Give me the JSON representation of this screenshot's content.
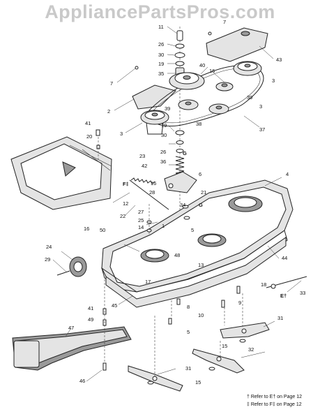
{
  "watermark": "AppliancePartsPros.com",
  "callouts": [
    {
      "id": "c11",
      "text": "11"
    },
    {
      "id": "c7a",
      "text": "7"
    },
    {
      "id": "c26a",
      "text": "26"
    },
    {
      "id": "c30a",
      "text": "30"
    },
    {
      "id": "c19a",
      "text": "19"
    },
    {
      "id": "c43",
      "text": "43"
    },
    {
      "id": "c35",
      "text": "35"
    },
    {
      "id": "c40",
      "text": "40"
    },
    {
      "id": "c16a",
      "text": "16"
    },
    {
      "id": "c3a",
      "text": "3"
    },
    {
      "id": "c7b",
      "text": "7"
    },
    {
      "id": "c39a",
      "text": "39"
    },
    {
      "id": "c2",
      "text": "2"
    },
    {
      "id": "c39b",
      "text": "39"
    },
    {
      "id": "c3b",
      "text": "3"
    },
    {
      "id": "c3c",
      "text": "3"
    },
    {
      "id": "c38",
      "text": "38"
    },
    {
      "id": "c37",
      "text": "37"
    },
    {
      "id": "c41a",
      "text": "41"
    },
    {
      "id": "c19b",
      "text": "19"
    },
    {
      "id": "c30b",
      "text": "30"
    },
    {
      "id": "c20",
      "text": "20"
    },
    {
      "id": "c26b",
      "text": "26"
    },
    {
      "id": "c23",
      "text": "23"
    },
    {
      "id": "c36",
      "text": "36"
    },
    {
      "id": "c42",
      "text": "42"
    },
    {
      "id": "c4",
      "text": "4"
    },
    {
      "id": "c6",
      "text": "6"
    },
    {
      "id": "c16b",
      "text": "16"
    },
    {
      "id": "c28",
      "text": "28"
    },
    {
      "id": "c21",
      "text": "21"
    },
    {
      "id": "c12",
      "text": "12"
    },
    {
      "id": "c34",
      "text": "34"
    },
    {
      "id": "c22",
      "text": "22"
    },
    {
      "id": "c27",
      "text": "27"
    },
    {
      "id": "c25",
      "text": "25"
    },
    {
      "id": "c14",
      "text": "14"
    },
    {
      "id": "c1",
      "text": "1"
    },
    {
      "id": "c5a",
      "text": "5"
    },
    {
      "id": "c16c",
      "text": "16"
    },
    {
      "id": "c50",
      "text": "50"
    },
    {
      "id": "c24",
      "text": "24"
    },
    {
      "id": "c48",
      "text": "48"
    },
    {
      "id": "c44",
      "text": "44"
    },
    {
      "id": "c29",
      "text": "29"
    },
    {
      "id": "c13",
      "text": "13"
    },
    {
      "id": "c17",
      "text": "17"
    },
    {
      "id": "c18",
      "text": "18"
    },
    {
      "id": "c33",
      "text": "33"
    },
    {
      "id": "c9",
      "text": "9"
    },
    {
      "id": "c45",
      "text": "45"
    },
    {
      "id": "c8",
      "text": "8"
    },
    {
      "id": "c41b",
      "text": "41"
    },
    {
      "id": "c10",
      "text": "10"
    },
    {
      "id": "c31a",
      "text": "31"
    },
    {
      "id": "c49",
      "text": "49"
    },
    {
      "id": "c5b",
      "text": "5"
    },
    {
      "id": "c47",
      "text": "47"
    },
    {
      "id": "c15a",
      "text": "15"
    },
    {
      "id": "c32",
      "text": "32"
    },
    {
      "id": "c31b",
      "text": "31"
    },
    {
      "id": "c46",
      "text": "46"
    },
    {
      "id": "c15b",
      "text": "15"
    }
  ],
  "ref_marks": {
    "f_left": "F‡",
    "g_upper": "G",
    "g_lower": "G",
    "e_right": "E†"
  },
  "footnotes": [
    "† Refer to E† on Page 12",
    "‡ Refer to F‡ on Page 12"
  ]
}
